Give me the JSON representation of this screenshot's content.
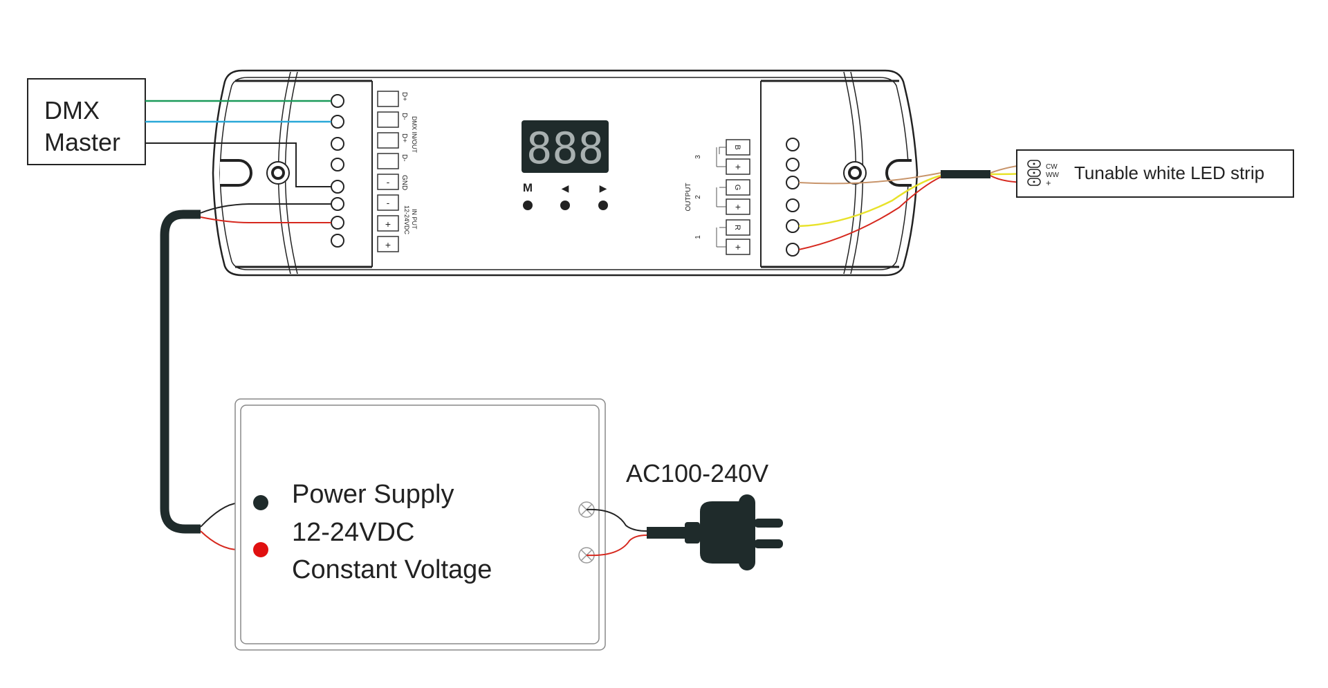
{
  "dmx_master": {
    "line1": "DMX",
    "line2": "Master"
  },
  "controller": {
    "input_terminals": [
      "D+",
      "D-",
      "D+",
      "D-",
      "GND",
      "",
      "",
      ""
    ],
    "input_symbols": [
      "",
      "",
      "",
      "",
      "-",
      "-",
      "+",
      "+"
    ],
    "group_dmx": "DMX IN/OUT",
    "group_input_line1": "IN PUT",
    "group_input_line2": "12-24VDC",
    "display": "888",
    "buttons": [
      "M",
      "◀",
      "▶"
    ],
    "output_label": "OUTPUT",
    "output_channels": [
      "3",
      "2",
      "1"
    ],
    "output_terminals": [
      "B",
      "+",
      "G",
      "+",
      "R",
      "+"
    ]
  },
  "led_strip": {
    "title": "Tunable white LED strip",
    "pins": [
      "CW",
      "WW",
      "+"
    ]
  },
  "power_supply": {
    "line1": "Power Supply",
    "line2": "12-24VDC",
    "line3": "Constant Voltage"
  },
  "mains": {
    "label": "AC100-240V"
  },
  "colors": {
    "dmx_plus": "#1a9a5a",
    "dmx_minus": "#29a8d8",
    "wire_black": "#222222",
    "wire_red": "#d6281e",
    "wire_cw": "#c8946a",
    "wire_ww": "#e8e22a",
    "cable": "#1f2b2b",
    "psu_red_terminal": "#e01010"
  }
}
